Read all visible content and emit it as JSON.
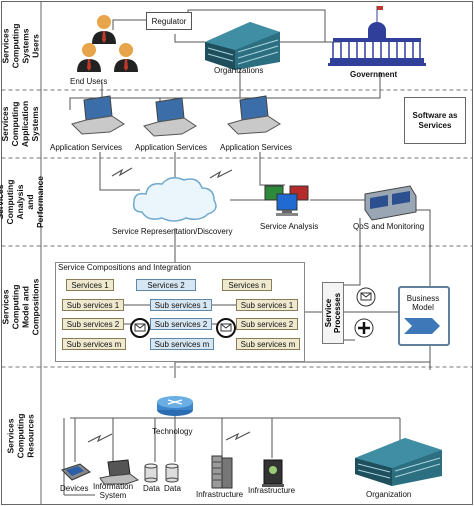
{
  "bands": {
    "users": "Services Computing\nSystems Users",
    "application": "Services\nComputing\nApplication\nSystems",
    "analysis": "Services Computing\nAnalysis and\nPerformance",
    "model": "Services Computing\nModel and\nCompositions",
    "resources": "Services\nComputing\nResources"
  },
  "users": {
    "regulator": "Regulator",
    "end_users": "End Users",
    "organizations": "Organizations",
    "government": "Government"
  },
  "application": {
    "services": [
      "Application Services",
      "Application Services",
      "Application Services"
    ],
    "saas": "Software as\nServices"
  },
  "analysis": {
    "representation": "Service Representation/Discovery",
    "service_analysis": "Service Analysis",
    "qos": "QoS and Monitoring"
  },
  "model": {
    "composition_title": "Service Compositions and Integration",
    "columns": [
      {
        "header": "Services 1",
        "subs": [
          "Sub services 1",
          "Sub services 2",
          "Sub services m"
        ]
      },
      {
        "header": "Services 2",
        "subs": [
          "Sub services 1",
          "Sub services 2",
          "Sub services m"
        ]
      },
      {
        "header": "Services n",
        "subs": [
          "Sub services 1",
          "Sub services 2",
          "Sub services m"
        ]
      }
    ],
    "service_processes": "Service\nProcesses",
    "business_model": "Business\nModel"
  },
  "resources": {
    "technology": "Technology",
    "devices": "Devices",
    "information_system": "Information\nSystem",
    "data1": "Data",
    "data2": "Data",
    "infra1": "Infrastructure",
    "infra2": "Infrastructure",
    "organization": "Organization"
  },
  "colors": {
    "government_blue": "#2f3f9a",
    "building_teal": "#2c6f80",
    "gold_box": "#efe9cf",
    "blue_box": "#d6e6f2"
  }
}
